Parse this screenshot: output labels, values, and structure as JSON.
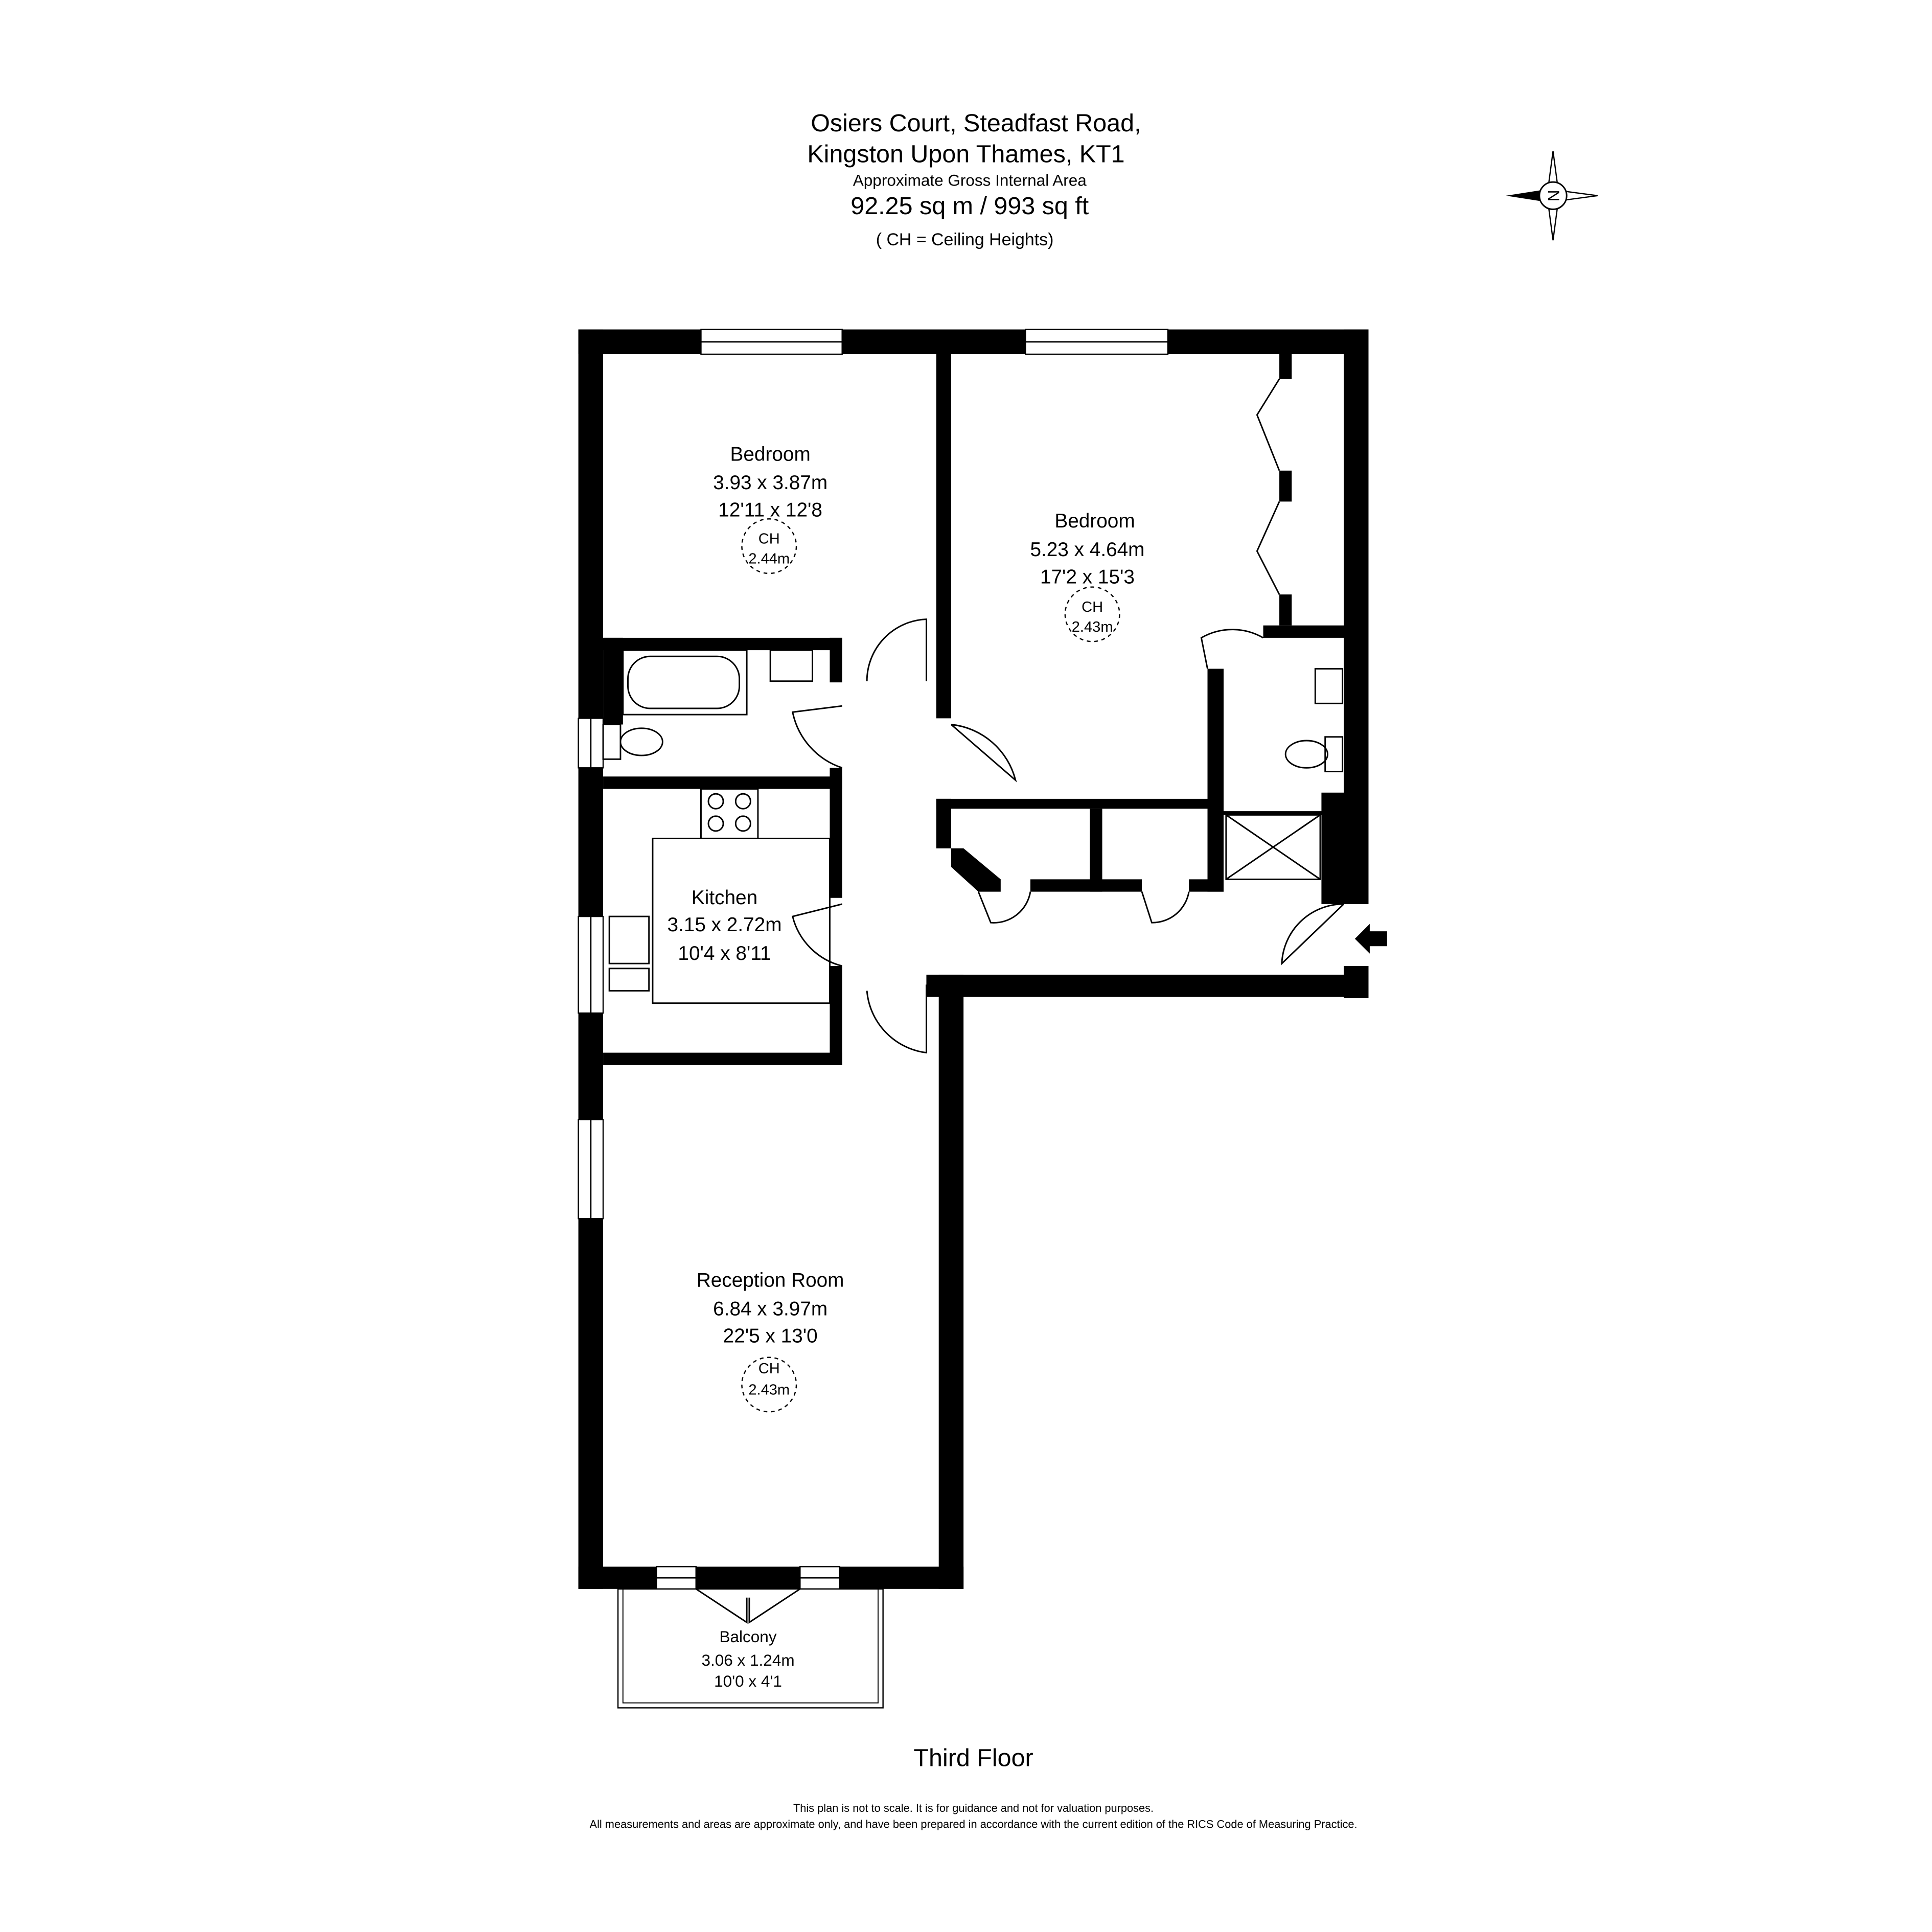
{
  "header": {
    "address_line1": "Osiers Court, Steadfast Road,",
    "address_line2": "Kingston Upon Thames, KT1",
    "area_label": "Approximate Gross Internal Area",
    "area_value": "92.25 sq m /  993 sq ft",
    "ch_note": "( CH = Ceiling Heights)"
  },
  "compass": {
    "letter": "N"
  },
  "rooms": [
    {
      "name": "Bedroom",
      "metric": "3.93 x 3.87m",
      "imperial": "12'11 x 12'8",
      "ch_label": "CH",
      "ch": "2.44m"
    },
    {
      "name": "Bedroom",
      "metric": "5.23 x 4.64m",
      "imperial": "17'2 x 15'3",
      "ch_label": "CH",
      "ch": "2.43m"
    },
    {
      "name": "Kitchen",
      "metric": "3.15 x 2.72m",
      "imperial": "10'4 x 8'11"
    },
    {
      "name": "Reception Room",
      "metric": "6.84 x 3.97m",
      "imperial": "22'5 x 13'0",
      "ch_label": "CH",
      "ch": "2.43m"
    },
    {
      "name": "Balcony",
      "metric": "3.06 x 1.24m",
      "imperial": "10'0 x 4'1"
    }
  ],
  "floor_label": "Third Floor",
  "footer": {
    "line1": "This plan is not to scale. It is for guidance and not for valuation purposes.",
    "line2": "All measurements and areas are approximate only, and have been prepared in accordance with the current edition of the RICS Code of Measuring Practice."
  }
}
